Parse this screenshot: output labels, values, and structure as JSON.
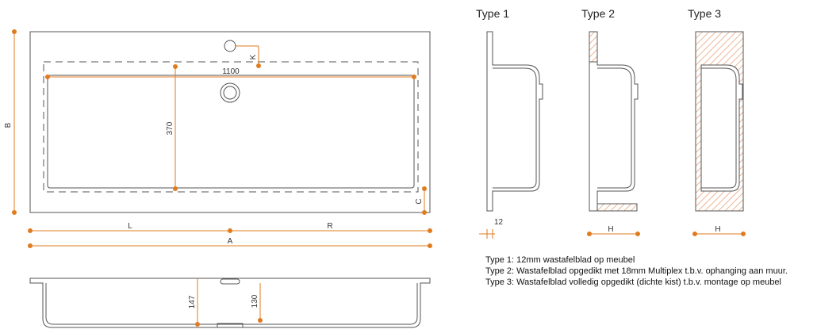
{
  "colors": {
    "line": "#555555",
    "dimension": "#e07b1f",
    "hatch": "#e8a27a",
    "text": "#333333"
  },
  "top_view": {
    "dim_width_inner": "1100",
    "dim_depth_inner": "370",
    "dim_b": "B",
    "dim_k": "K",
    "dim_c": "C",
    "dim_l": "L",
    "dim_r": "R",
    "dim_a": "A"
  },
  "front_view": {
    "dim_basin_depth": "147",
    "dim_inner_depth": "130"
  },
  "types": [
    {
      "title": "Type 1",
      "dim_label": "12"
    },
    {
      "title": "Type 2",
      "dim_label": "H"
    },
    {
      "title": "Type 3",
      "dim_label": "H"
    }
  ],
  "legend": [
    "Type 1: 12mm wastafelblad op meubel",
    "Type 2: Wastafelblad opgedikt met 18mm Multiplex t.b.v. ophanging aan muur.",
    "Type 3: Wastafelblad volledig opgedikt (dichte kist) t.b.v. montage op meubel"
  ]
}
